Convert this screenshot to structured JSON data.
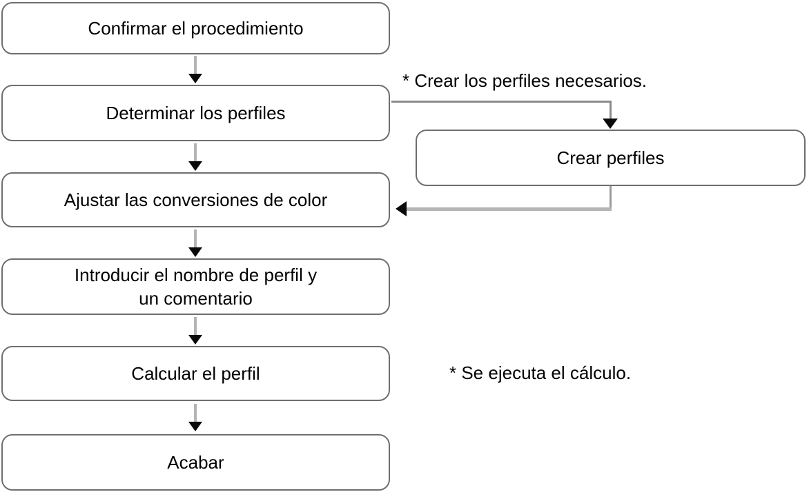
{
  "diagram": {
    "steps": [
      {
        "label": "Confirmar el procedimiento"
      },
      {
        "label": "Determinar los perfiles"
      },
      {
        "label": "Ajustar las conversiones de color"
      },
      {
        "label": "Introducir el nombre de perfil y\nun comentario"
      },
      {
        "label": "Calcular el perfil"
      },
      {
        "label": "Acabar"
      }
    ],
    "side_step": {
      "label": "Crear perfiles"
    },
    "annotations": [
      {
        "text": "* Crear los perfiles necesarios."
      },
      {
        "text": "* Se ejecuta el cálculo."
      }
    ],
    "colors": {
      "background": "#ffffff",
      "box_border": "#6e6e6e",
      "text": "#000000",
      "connector_gray": "#8a8a8a",
      "connector_light_gray": "#b4b4b4",
      "arrowhead": "#0a0a0a"
    }
  }
}
